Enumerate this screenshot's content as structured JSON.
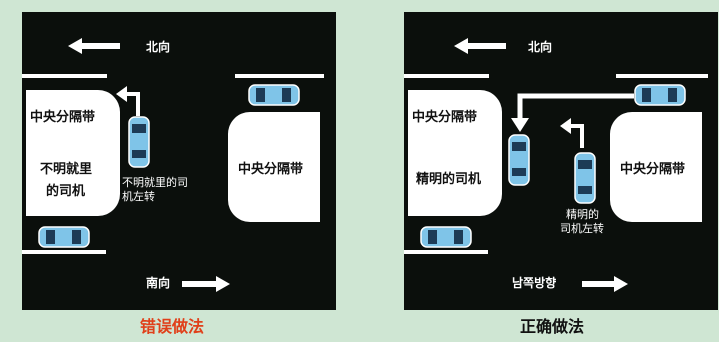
{
  "left_panel": {
    "north_label": "北向",
    "south_label": "南向",
    "median_top_label": "中央分隔带",
    "median_left_text_1": "不明就里",
    "median_left_text_2": "的司机",
    "median_right_label": "中央分隔带",
    "turn_text_1": "不明就里的司",
    "turn_text_2": "机左转",
    "caption": "错误做法"
  },
  "right_panel": {
    "north_label": "北向",
    "south_label": "남쪽방향",
    "median_top_label": "中央分隔带",
    "median_left_text": "精明的司机",
    "median_right_label": "中央分隔带",
    "turn_text_1": "精明的",
    "turn_text_2": "司机左转",
    "caption": "正确做法"
  },
  "colors": {
    "background": "#cfe6d3",
    "road": "#0b0f0c",
    "wrong_caption": "#e0401a",
    "right_caption": "#111111",
    "car": "#7fc4e8"
  }
}
